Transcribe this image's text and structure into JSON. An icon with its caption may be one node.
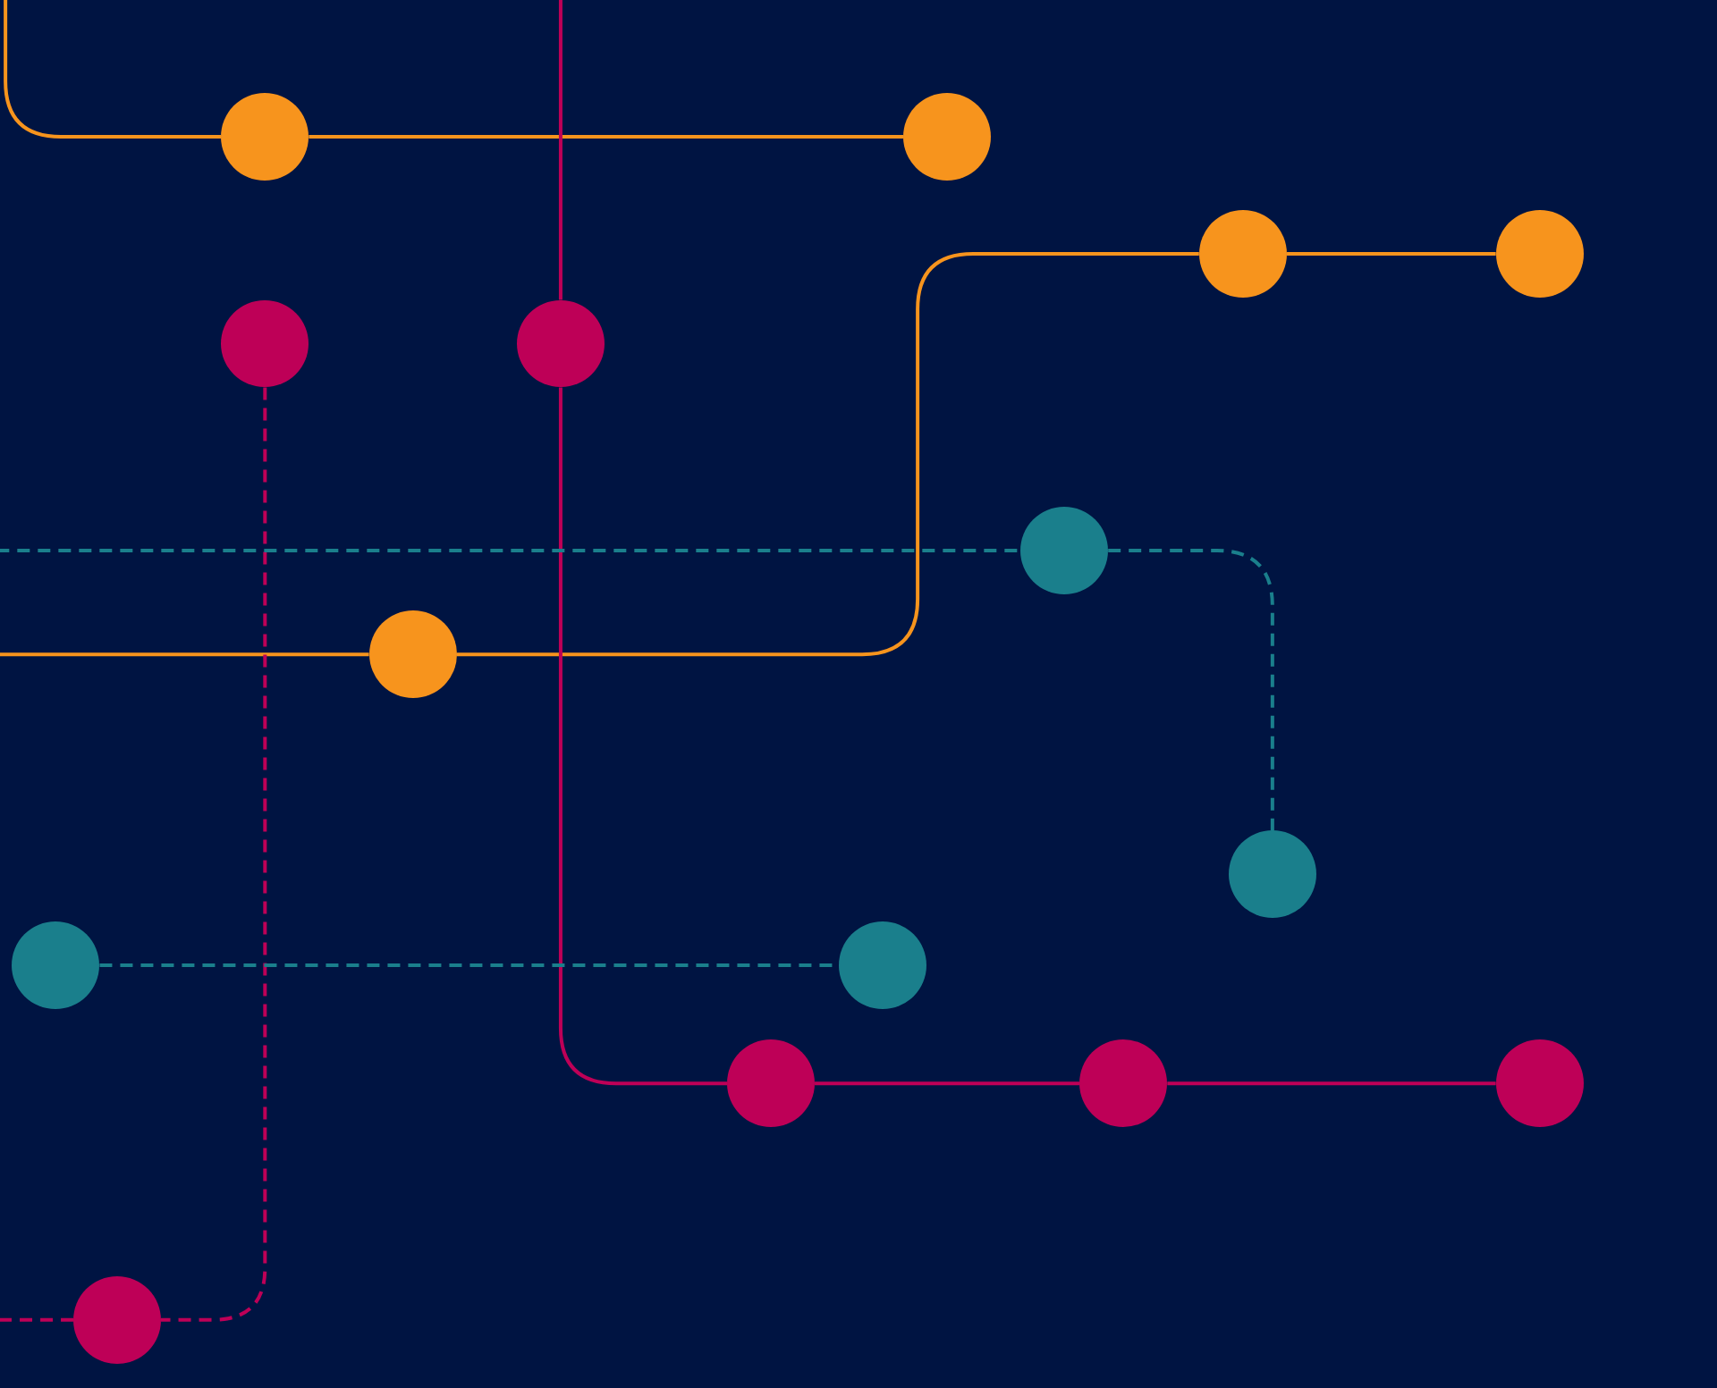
{
  "diagram": {
    "nodes": [
      {
        "text": [],
        "shape": "circle"
      },
      {
        "text": [],
        "shape": "circle"
      },
      {
        "text": [],
        "shape": "circle"
      },
      {
        "text": [],
        "shape": "circle"
      },
      {
        "text": [],
        "shape": "circle"
      },
      {
        "text": [],
        "shape": "circle"
      },
      {
        "text": [],
        "shape": "circle"
      },
      {
        "text": [],
        "shape": "circle"
      },
      {
        "text": [],
        "shape": "circle"
      },
      {
        "text": [],
        "shape": "circle"
      },
      {
        "text": [],
        "shape": "circle"
      },
      {
        "text": [],
        "shape": "circle"
      },
      {
        "text": [],
        "shape": "circle"
      },
      {
        "text": [],
        "shape": "circle"
      },
      {
        "text": [],
        "shape": "circle"
      }
    ],
    "edges": [
      {
        "from": null,
        "to": 0,
        "arrow": "none",
        "color": "#f7941d"
      },
      {
        "from": 0,
        "to": 1,
        "arrow": "none",
        "color": "#f7941d"
      },
      {
        "from": null,
        "to": 7,
        "arrow": "none",
        "color": "#f7941d"
      },
      {
        "from": 7,
        "to": 2,
        "arrow": "none",
        "color": "#f7941d"
      },
      {
        "from": 2,
        "to": 3,
        "arrow": "none",
        "color": "#f7941d"
      },
      {
        "from": null,
        "to": 5,
        "arrow": "none",
        "color": "#be0057"
      },
      {
        "from": 5,
        "to": 11,
        "arrow": "none",
        "color": "#be0057"
      },
      {
        "from": 11,
        "to": 12,
        "arrow": "none",
        "color": "#be0057"
      },
      {
        "from": 12,
        "to": 13,
        "arrow": "none",
        "color": "#be0057"
      },
      {
        "from": 4,
        "to": 14,
        "arrow": "none",
        "style": "dashed",
        "color": "#be0057"
      },
      {
        "from": 14,
        "to": null,
        "arrow": "none",
        "style": "dashed",
        "color": "#be0057"
      },
      {
        "from": null,
        "to": 6,
        "arrow": "none",
        "style": "dashed",
        "color": "#1a7f8c"
      },
      {
        "from": 6,
        "to": 8,
        "arrow": "none",
        "style": "dashed",
        "color": "#1a7f8c"
      },
      {
        "from": 9,
        "to": 10,
        "arrow": "none",
        "style": "dashed",
        "color": "#1a7f8c"
      }
    ]
  }
}
